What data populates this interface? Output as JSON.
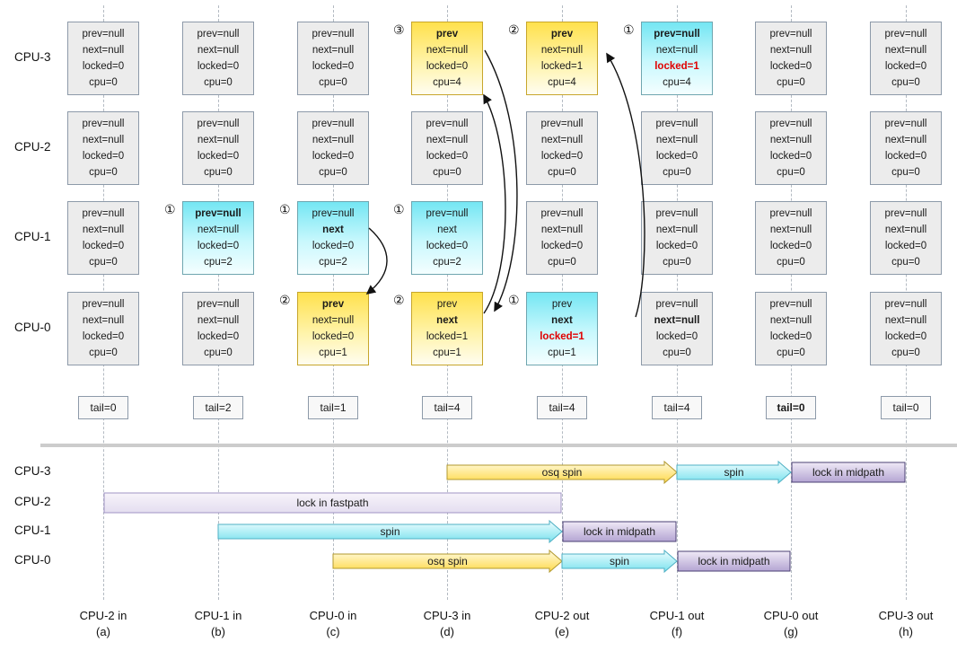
{
  "diagram": {
    "row_labels": [
      "CPU-3",
      "CPU-2",
      "CPU-1",
      "CPU-0"
    ],
    "columns": [
      "a",
      "b",
      "c",
      "d",
      "e",
      "f",
      "g",
      "h"
    ],
    "nodes": [
      {
        "col": "a",
        "row": "CPU-3",
        "style": "plain",
        "badge": "",
        "lines": [
          {
            "t": "prev=null"
          },
          {
            "t": "next=null"
          },
          {
            "t": "locked=0"
          },
          {
            "t": "cpu=0"
          }
        ]
      },
      {
        "col": "a",
        "row": "CPU-2",
        "style": "plain",
        "badge": "",
        "lines": [
          {
            "t": "prev=null"
          },
          {
            "t": "next=null"
          },
          {
            "t": "locked=0"
          },
          {
            "t": "cpu=0"
          }
        ]
      },
      {
        "col": "a",
        "row": "CPU-1",
        "style": "plain",
        "badge": "",
        "lines": [
          {
            "t": "prev=null"
          },
          {
            "t": "next=null"
          },
          {
            "t": "locked=0"
          },
          {
            "t": "cpu=0"
          }
        ]
      },
      {
        "col": "a",
        "row": "CPU-0",
        "style": "plain",
        "badge": "",
        "lines": [
          {
            "t": "prev=null"
          },
          {
            "t": "next=null"
          },
          {
            "t": "locked=0"
          },
          {
            "t": "cpu=0"
          }
        ]
      },
      {
        "col": "b",
        "row": "CPU-3",
        "style": "plain",
        "badge": "",
        "lines": [
          {
            "t": "prev=null"
          },
          {
            "t": "next=null"
          },
          {
            "t": "locked=0"
          },
          {
            "t": "cpu=0"
          }
        ]
      },
      {
        "col": "b",
        "row": "CPU-2",
        "style": "plain",
        "badge": "",
        "lines": [
          {
            "t": "prev=null"
          },
          {
            "t": "next=null"
          },
          {
            "t": "locked=0"
          },
          {
            "t": "cpu=0"
          }
        ]
      },
      {
        "col": "b",
        "row": "CPU-1",
        "style": "cyan",
        "badge": "①",
        "lines": [
          {
            "t": "prev=null",
            "b": true
          },
          {
            "t": "next=null"
          },
          {
            "t": "locked=0"
          },
          {
            "t": "cpu=2"
          }
        ]
      },
      {
        "col": "b",
        "row": "CPU-0",
        "style": "plain",
        "badge": "",
        "lines": [
          {
            "t": "prev=null"
          },
          {
            "t": "next=null"
          },
          {
            "t": "locked=0"
          },
          {
            "t": "cpu=0"
          }
        ]
      },
      {
        "col": "c",
        "row": "CPU-3",
        "style": "plain",
        "badge": "",
        "lines": [
          {
            "t": "prev=null"
          },
          {
            "t": "next=null"
          },
          {
            "t": "locked=0"
          },
          {
            "t": "cpu=0"
          }
        ]
      },
      {
        "col": "c",
        "row": "CPU-2",
        "style": "plain",
        "badge": "",
        "lines": [
          {
            "t": "prev=null"
          },
          {
            "t": "next=null"
          },
          {
            "t": "locked=0"
          },
          {
            "t": "cpu=0"
          }
        ]
      },
      {
        "col": "c",
        "row": "CPU-1",
        "style": "cyan",
        "badge": "①",
        "lines": [
          {
            "t": "prev=null"
          },
          {
            "t": "next",
            "b": true
          },
          {
            "t": "locked=0"
          },
          {
            "t": "cpu=2"
          }
        ]
      },
      {
        "col": "c",
        "row": "CPU-0",
        "style": "yellow",
        "badge": "②",
        "lines": [
          {
            "t": "prev",
            "b": true
          },
          {
            "t": "next=null"
          },
          {
            "t": "locked=0"
          },
          {
            "t": "cpu=1"
          }
        ]
      },
      {
        "col": "d",
        "row": "CPU-3",
        "style": "yellow",
        "badge": "③",
        "lines": [
          {
            "t": "prev",
            "b": true
          },
          {
            "t": "next=null"
          },
          {
            "t": "locked=0"
          },
          {
            "t": "cpu=4"
          }
        ]
      },
      {
        "col": "d",
        "row": "CPU-2",
        "style": "plain",
        "badge": "",
        "lines": [
          {
            "t": "prev=null"
          },
          {
            "t": "next=null"
          },
          {
            "t": "locked=0"
          },
          {
            "t": "cpu=0"
          }
        ]
      },
      {
        "col": "d",
        "row": "CPU-1",
        "style": "cyan",
        "badge": "①",
        "lines": [
          {
            "t": "prev=null"
          },
          {
            "t": "next"
          },
          {
            "t": "locked=0"
          },
          {
            "t": "cpu=2"
          }
        ]
      },
      {
        "col": "d",
        "row": "CPU-0",
        "style": "yellow",
        "badge": "②",
        "lines": [
          {
            "t": "prev"
          },
          {
            "t": "next",
            "b": true
          },
          {
            "t": "locked=1"
          },
          {
            "t": "cpu=1"
          }
        ]
      },
      {
        "col": "e",
        "row": "CPU-3",
        "style": "yellow",
        "badge": "②",
        "lines": [
          {
            "t": "prev",
            "b": true
          },
          {
            "t": "next=null"
          },
          {
            "t": "locked=1"
          },
          {
            "t": "cpu=4"
          }
        ]
      },
      {
        "col": "e",
        "row": "CPU-2",
        "style": "plain",
        "badge": "",
        "lines": [
          {
            "t": "prev=null"
          },
          {
            "t": "next=null"
          },
          {
            "t": "locked=0"
          },
          {
            "t": "cpu=0"
          }
        ]
      },
      {
        "col": "e",
        "row": "CPU-1",
        "style": "plain",
        "badge": "",
        "lines": [
          {
            "t": "prev=null"
          },
          {
            "t": "next=null"
          },
          {
            "t": "locked=0"
          },
          {
            "t": "cpu=0"
          }
        ]
      },
      {
        "col": "e",
        "row": "CPU-0",
        "style": "cyan",
        "badge": "①",
        "lines": [
          {
            "t": "prev"
          },
          {
            "t": "next",
            "b": true
          },
          {
            "t": "locked=1",
            "b": true,
            "r": true
          },
          {
            "t": "cpu=1"
          }
        ]
      },
      {
        "col": "f",
        "row": "CPU-3",
        "style": "cyan",
        "badge": "①",
        "lines": [
          {
            "t": "prev=null",
            "b": true
          },
          {
            "t": "next=null"
          },
          {
            "t": "locked=1",
            "b": true,
            "r": true
          },
          {
            "t": "cpu=4"
          }
        ]
      },
      {
        "col": "f",
        "row": "CPU-2",
        "style": "plain",
        "badge": "",
        "lines": [
          {
            "t": "prev=null"
          },
          {
            "t": "next=null"
          },
          {
            "t": "locked=0"
          },
          {
            "t": "cpu=0"
          }
        ]
      },
      {
        "col": "f",
        "row": "CPU-1",
        "style": "plain",
        "badge": "",
        "lines": [
          {
            "t": "prev=null"
          },
          {
            "t": "next=null"
          },
          {
            "t": "locked=0"
          },
          {
            "t": "cpu=0"
          }
        ]
      },
      {
        "col": "f",
        "row": "CPU-0",
        "style": "plain",
        "badge": "",
        "lines": [
          {
            "t": "prev=null"
          },
          {
            "t": "next=null",
            "b": true
          },
          {
            "t": "locked=0"
          },
          {
            "t": "cpu=0"
          }
        ]
      },
      {
        "col": "g",
        "row": "CPU-3",
        "style": "plain",
        "badge": "",
        "lines": [
          {
            "t": "prev=null"
          },
          {
            "t": "next=null"
          },
          {
            "t": "locked=0"
          },
          {
            "t": "cpu=0"
          }
        ]
      },
      {
        "col": "g",
        "row": "CPU-2",
        "style": "plain",
        "badge": "",
        "lines": [
          {
            "t": "prev=null"
          },
          {
            "t": "next=null"
          },
          {
            "t": "locked=0"
          },
          {
            "t": "cpu=0"
          }
        ]
      },
      {
        "col": "g",
        "row": "CPU-1",
        "style": "plain",
        "badge": "",
        "lines": [
          {
            "t": "prev=null"
          },
          {
            "t": "next=null"
          },
          {
            "t": "locked=0"
          },
          {
            "t": "cpu=0"
          }
        ]
      },
      {
        "col": "g",
        "row": "CPU-0",
        "style": "plain",
        "badge": "",
        "lines": [
          {
            "t": "prev=null"
          },
          {
            "t": "next=null"
          },
          {
            "t": "locked=0"
          },
          {
            "t": "cpu=0"
          }
        ]
      },
      {
        "col": "h",
        "row": "CPU-3",
        "style": "plain",
        "badge": "",
        "lines": [
          {
            "t": "prev=null"
          },
          {
            "t": "next=null"
          },
          {
            "t": "locked=0"
          },
          {
            "t": "cpu=0"
          }
        ]
      },
      {
        "col": "h",
        "row": "CPU-2",
        "style": "plain",
        "badge": "",
        "lines": [
          {
            "t": "prev=null"
          },
          {
            "t": "next=null"
          },
          {
            "t": "locked=0"
          },
          {
            "t": "cpu=0"
          }
        ]
      },
      {
        "col": "h",
        "row": "CPU-1",
        "style": "plain",
        "badge": "",
        "lines": [
          {
            "t": "prev=null"
          },
          {
            "t": "next=null"
          },
          {
            "t": "locked=0"
          },
          {
            "t": "cpu=0"
          }
        ]
      },
      {
        "col": "h",
        "row": "CPU-0",
        "style": "plain",
        "badge": "",
        "lines": [
          {
            "t": "prev=null"
          },
          {
            "t": "next=null"
          },
          {
            "t": "locked=0"
          },
          {
            "t": "cpu=0"
          }
        ]
      }
    ],
    "tails": [
      {
        "col": "a",
        "text": "tail=0",
        "bold": false
      },
      {
        "col": "b",
        "text": "tail=2",
        "bold": false
      },
      {
        "col": "c",
        "text": "tail=1",
        "bold": false
      },
      {
        "col": "d",
        "text": "tail=4",
        "bold": false
      },
      {
        "col": "e",
        "text": "tail=4",
        "bold": false
      },
      {
        "col": "f",
        "text": "tail=4",
        "bold": false
      },
      {
        "col": "g",
        "text": "tail=0",
        "bold": true
      },
      {
        "col": "h",
        "text": "tail=0",
        "bold": false
      }
    ],
    "axis": [
      {
        "col": "a",
        "event": "CPU-2 in",
        "letter": "(a)"
      },
      {
        "col": "b",
        "event": "CPU-1 in",
        "letter": "(b)"
      },
      {
        "col": "c",
        "event": "CPU-0 in",
        "letter": "(c)"
      },
      {
        "col": "d",
        "event": "CPU-3 in",
        "letter": "(d)"
      },
      {
        "col": "e",
        "event": "CPU-2 out",
        "letter": "(e)"
      },
      {
        "col": "f",
        "event": "CPU-1 out",
        "letter": "(f)"
      },
      {
        "col": "g",
        "event": "CPU-0 out",
        "letter": "(g)"
      },
      {
        "col": "h",
        "event": "CPU-3 out",
        "letter": "(h)"
      }
    ]
  },
  "gantt": {
    "rows": [
      {
        "label": "CPU-3",
        "segments": [
          {
            "kind": "arrow",
            "style": "osq",
            "from": "d",
            "to": "f",
            "label": "osq spin"
          },
          {
            "kind": "arrow",
            "style": "spin",
            "from": "f",
            "to": "g",
            "label": "spin"
          },
          {
            "kind": "box",
            "style": "midpath",
            "from": "g",
            "to": "h",
            "label": "lock in midpath"
          }
        ]
      },
      {
        "label": "CPU-2",
        "segments": [
          {
            "kind": "box",
            "style": "fastpath",
            "from": "a",
            "to": "e",
            "label": "lock in fastpath"
          }
        ]
      },
      {
        "label": "CPU-1",
        "segments": [
          {
            "kind": "arrow",
            "style": "spin",
            "from": "b",
            "to": "e",
            "label": "spin"
          },
          {
            "kind": "box",
            "style": "midpath",
            "from": "e",
            "to": "f",
            "label": "lock in midpath"
          }
        ]
      },
      {
        "label": "CPU-0",
        "segments": [
          {
            "kind": "arrow",
            "style": "osq",
            "from": "c",
            "to": "e",
            "label": "osq spin"
          },
          {
            "kind": "arrow",
            "style": "spin",
            "from": "e",
            "to": "f",
            "label": "spin"
          },
          {
            "kind": "box",
            "style": "midpath",
            "from": "f",
            "to": "g",
            "label": "lock in midpath"
          }
        ]
      }
    ]
  },
  "colors": {
    "node_plain_fill": "#ececec",
    "node_cyan_fill": "#74e6f3",
    "node_yellow_fill": "#ffe14d",
    "changed_text_red": "#e00000",
    "osq_spin_fill": "#ffd94a",
    "spin_fill": "#79e2ee",
    "midpath_fill": "#b4a5d3",
    "fastpath_fill": "#e4def0",
    "divider_gray": "#cccccc"
  }
}
